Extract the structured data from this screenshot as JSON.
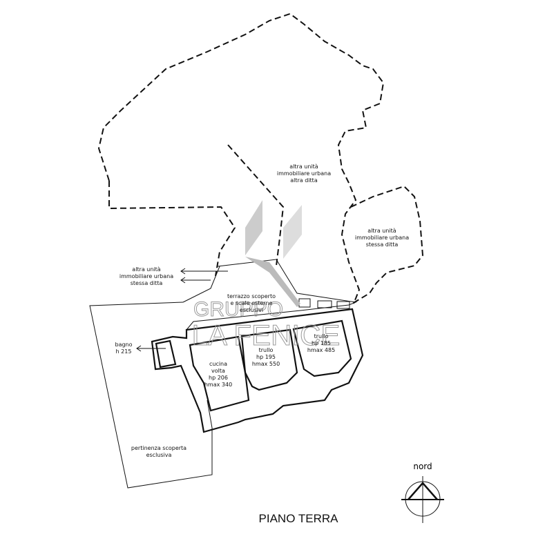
{
  "plan": {
    "title": "PIANO TERRA",
    "north_label": "nord",
    "watermark": {
      "line1": "GRUPPO",
      "line2": "LA FENICE"
    },
    "labels": {
      "other_unit_top": [
        "altra unità",
        "immobiliare urbana",
        "altra ditta"
      ],
      "other_unit_right": [
        "altra unità",
        "immobiliare urbana",
        "stessa ditta"
      ],
      "other_unit_left": [
        "altra unità",
        "immobiliare urbana",
        "stessa ditta"
      ],
      "terrace": [
        "terrazzo scoperto",
        "e scale esterne",
        "esclusivi"
      ],
      "bathroom": [
        "bagno",
        "h 215"
      ],
      "kitchen": [
        "cucina",
        "volta",
        "hp 206",
        "hmax 340"
      ],
      "trullo_1": [
        "trullo",
        "hp 195",
        "hmax 550"
      ],
      "trullo_2": [
        "trullo",
        "hp 185",
        "hmax 485"
      ],
      "yard": [
        "pertinenza scoperta",
        "esclusiva"
      ]
    }
  }
}
